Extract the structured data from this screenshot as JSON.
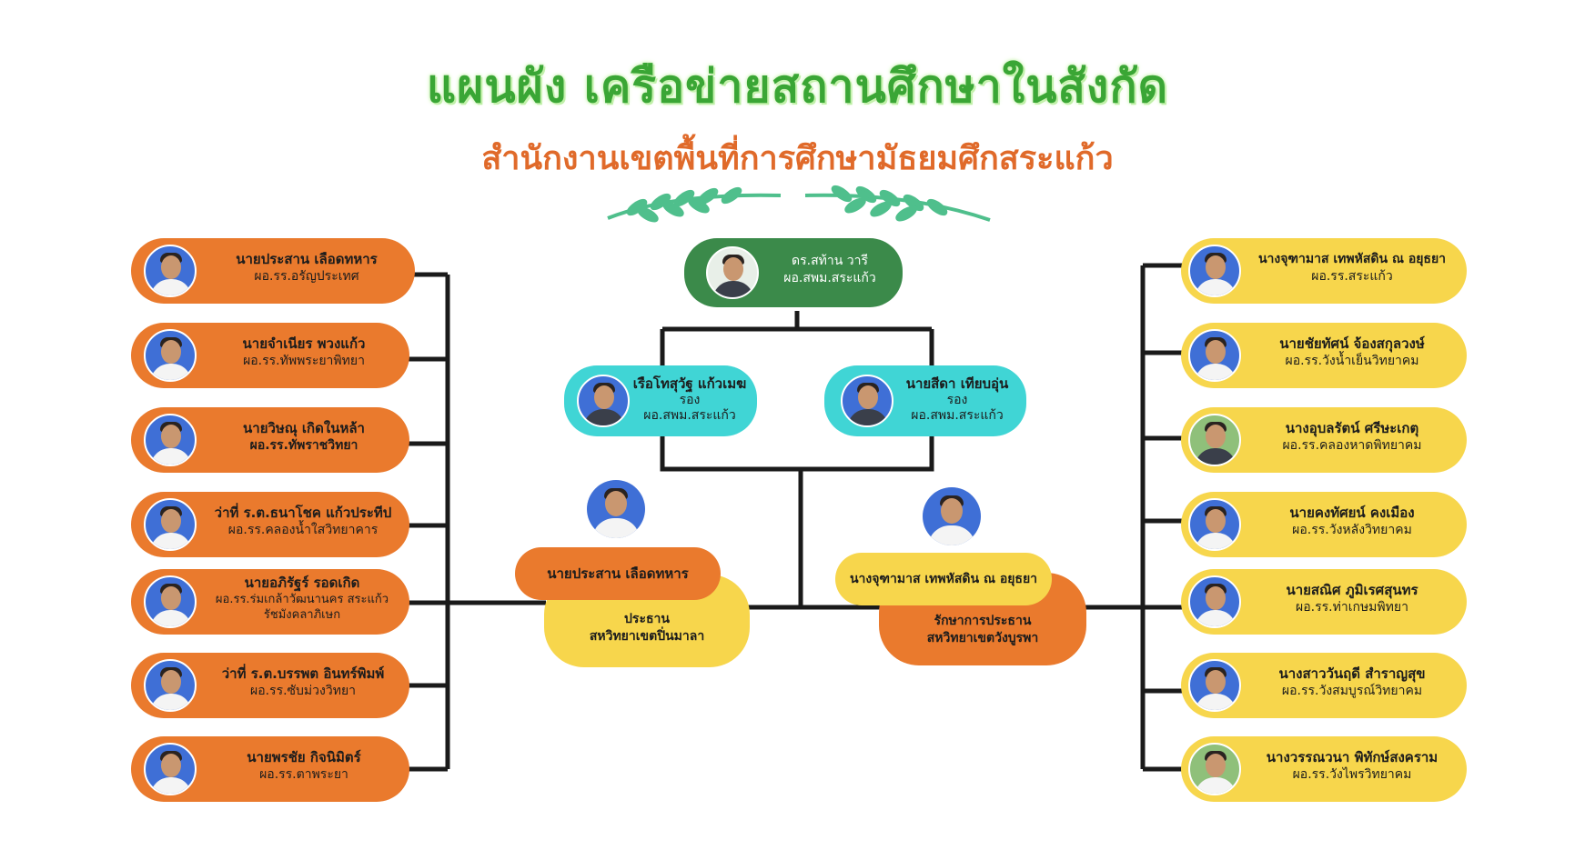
{
  "title": "แผนผัง เครือข่ายสถานศึกษาในสังกัด",
  "subtitle": "สำนักงานเขตพื้นที่การศึกษามัธยมศึกสระแก้ว",
  "colors": {
    "orange": "#ea7a2d",
    "yellow": "#f7d64c",
    "cyan": "#40d5d5",
    "green": "#3b8a4a",
    "title_green": "#3aa635",
    "subtitle_orange": "#e06a2a"
  },
  "director": {
    "name": "ดร.สท้าน วารี",
    "position": "ผอ.สพม.สระแก้ว"
  },
  "deputies": [
    {
      "name": "เรือโทสุวัฐ แก้วเมฆ",
      "role": "รอง",
      "position": "ผอ.สพม.สระแก้ว"
    },
    {
      "name": "นายสีดา เทียบอุ่น",
      "role": "รอง",
      "position": "ผอ.สพม.สระแก้ว"
    }
  ],
  "clusters": [
    {
      "name": "นายประสาน เลือดทหาร",
      "title_line1": "ประธาน",
      "title_line2": "สหวิทยาเขตปิ่นมาลา"
    },
    {
      "name": "นางจุฑามาส เทพหัสดิน ณ อยุธยา",
      "title_line1": "รักษาการประธาน",
      "title_line2": "สหวิทยาเขตวังบูรพา"
    }
  ],
  "left_schools": [
    {
      "name": "นายประสาน เลือดทหาร",
      "school": "ผอ.รร.อรัญประเทศ"
    },
    {
      "name": "นายจำเนียร พวงแก้ว",
      "school": "ผอ.รร.ทัพพระยาพิทยา"
    },
    {
      "name": "นายวิษณุ เกิดในหล้า",
      "school": "ผอ.รร.ทัพราชวิทยา"
    },
    {
      "name": "ว่าที่ ร.ต.ธนาโชค แก้วประทีป",
      "school": "ผอ.รร.คลองน้ำใสวิทยาคาร"
    },
    {
      "name": "นายอภิรัฐร์ รอดเกิด",
      "school": "ผอ.รร.ร่มเกล้าวัฒนานคร สระแก้ว",
      "school2": "รัชมังคลาภิเษก"
    },
    {
      "name": "ว่าที่ ร.ต.บรรพต อินทร์พิมพ์",
      "school": "ผอ.รร.ซับม่วงวิทยา"
    },
    {
      "name": "นายพรชัย กิจนิมิตร์",
      "school": "ผอ.รร.ตาพระยา"
    }
  ],
  "right_schools": [
    {
      "name": "นางจุฑามาส เทพหัสดิน ณ อยุธยา",
      "school": "ผอ.รร.สระแก้ว"
    },
    {
      "name": "นายชัยทัศน์ จ้องสกุลวงษ์",
      "school": "ผอ.รร.วังน้ำเย็นวิทยาคม"
    },
    {
      "name": "นางอุบลรัตน์ ศรีษะเกตุ",
      "school": "ผอ.รร.คลองหาดพิทยาคม"
    },
    {
      "name": "นายคงทัศยน์ คงเมือง",
      "school": "ผอ.รร.วังหลังวิทยาคม"
    },
    {
      "name": "นายสณิศ ภูมิเรศสุนทร",
      "school": "ผอ.รร.ท่าเกษมพิทยา"
    },
    {
      "name": "นางสาววันฤดี สำราญสุข",
      "school": "ผอ.รร.วังสมบูรณ์วิทยาคม"
    },
    {
      "name": "นางวรรณวนา พิทักษ์สงคราม",
      "school": "ผอ.รร.วังไพรวิทยาคม"
    }
  ]
}
